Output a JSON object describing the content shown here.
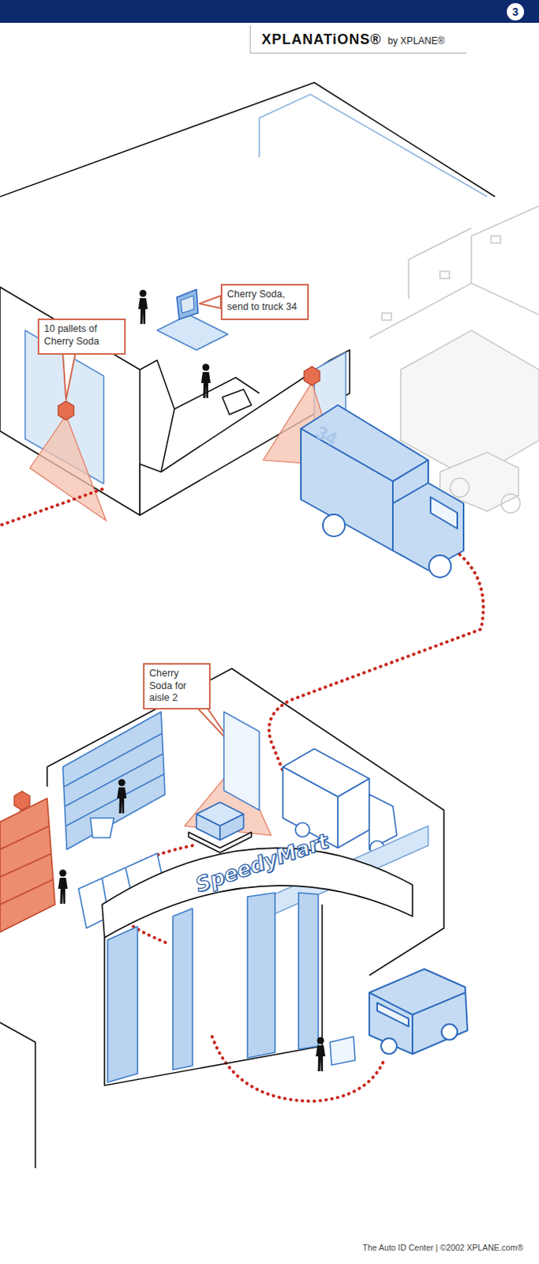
{
  "diagram": {
    "caption": "The Auto ID Center | ©2002 XPLANE.com®",
    "nodes": [
      {
        "text": [
          "3"
        ]
      },
      {
        "text": [
          "XPLANATiONS®",
          "by XPLANE®"
        ]
      },
      {
        "text": [
          "10 pallets of Cherry Soda"
        ]
      },
      {
        "text": [
          "Cherry Soda, send to truck 34"
        ]
      },
      {
        "text": [
          "Cherry Soda for aisle 2"
        ]
      }
    ],
    "labels": [
      "34",
      "SpeedyMart"
    ]
  }
}
